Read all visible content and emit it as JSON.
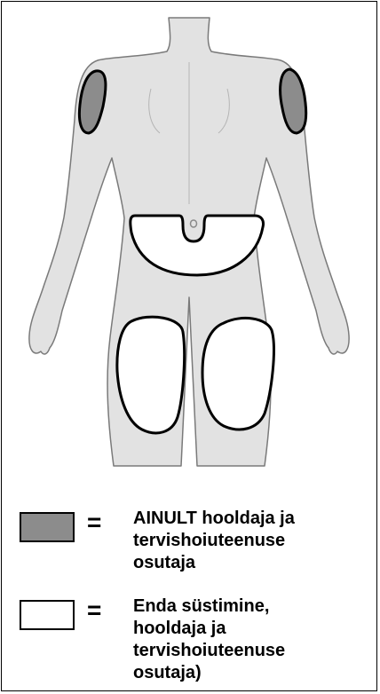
{
  "colors": {
    "body_fill": "#e2e2e2",
    "outline": "#7a7a7a",
    "caregiver_zone_fill": "#8c8c8c",
    "self_zone_fill": "#ffffff",
    "zone_border": "#000000"
  },
  "figure": {
    "zones": [
      {
        "name": "left-upper-arm",
        "type": "caregiver_only"
      },
      {
        "name": "right-upper-arm",
        "type": "caregiver_only"
      },
      {
        "name": "abdomen",
        "type": "self_and_caregiver"
      },
      {
        "name": "left-thigh",
        "type": "self_and_caregiver"
      },
      {
        "name": "right-thigh",
        "type": "self_and_caregiver"
      }
    ]
  },
  "legend": {
    "caregiver_only": {
      "swatch_color": "#8c8c8c",
      "symbol": "=",
      "text": "AINULT hooldaja ja\ntervishoiuteenuse\nosutaja"
    },
    "self_and_caregiver": {
      "swatch_color": "#ffffff",
      "symbol": "=",
      "text": "Enda süstimine,\nhooldaja ja\ntervishoiuteenuse\nosutaja)"
    }
  }
}
